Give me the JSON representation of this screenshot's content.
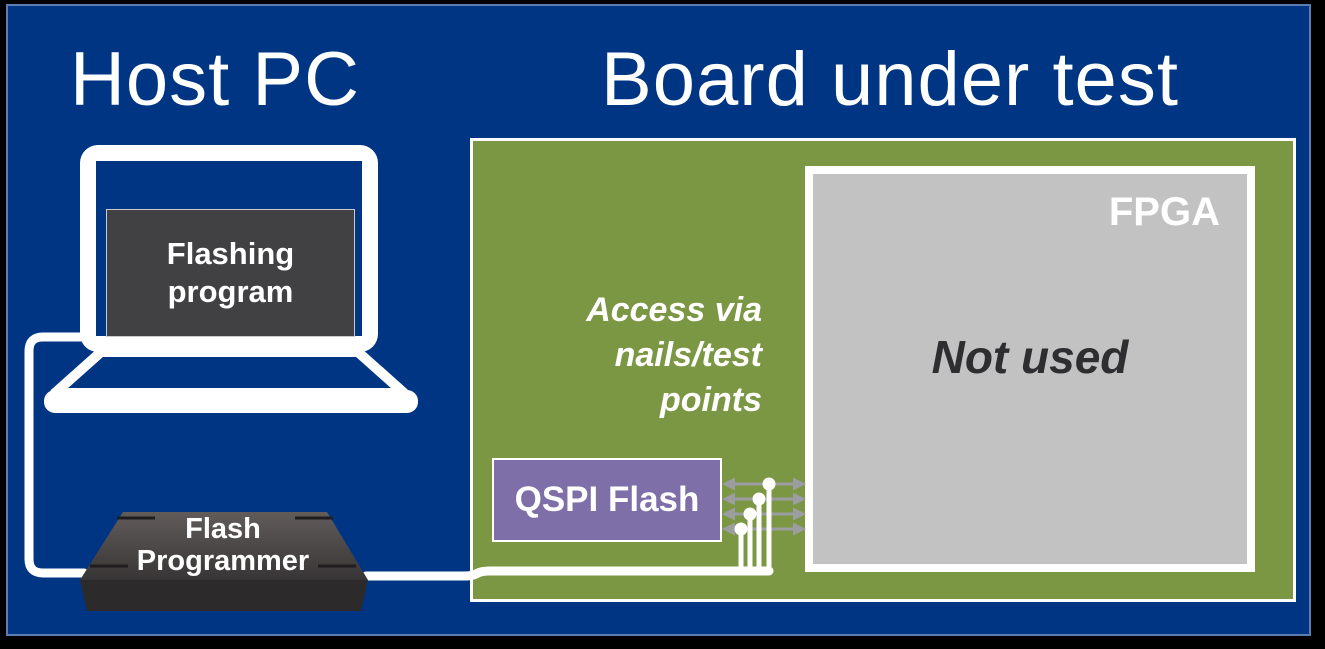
{
  "titles": {
    "host_pc": "Host PC",
    "board_under_test": "Board under test"
  },
  "laptop": {
    "screen_app_lines": [
      "Flashing",
      "program"
    ]
  },
  "flash_programmer": {
    "label_lines": [
      "Flash",
      "Programmer"
    ]
  },
  "board": {
    "access_note_lines": [
      "Access via",
      "nails/test",
      "points"
    ],
    "qspi_label": "QSPI Flash",
    "fpga_label": "FPGA",
    "fpga_status": "Not used"
  },
  "colors": {
    "background_blue": "#003584",
    "panel_edge": "#5d7cb2",
    "board_green": "#7b9743",
    "qspi_purple": "#7e6fa8",
    "fpga_gray": "#c2c2c2",
    "screen_box_gray": "#414042",
    "arrow_gray": "#9b9da0",
    "device_dark": "#2c2a2b",
    "not_used_text": "#2e2e31"
  }
}
